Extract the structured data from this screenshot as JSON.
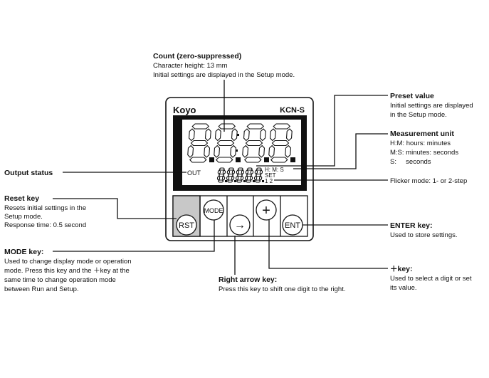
{
  "device": {
    "brand": "Koyo",
    "model": "KCN-S",
    "lcd": {
      "out_label": "OUT",
      "unit_row": "H: M:  S",
      "set_label": "SET",
      "step_label": "1  2"
    },
    "buttons": [
      "RST",
      "MODE",
      "→",
      "+",
      "ENT"
    ]
  },
  "callouts": {
    "count": {
      "title": "Count (zero-suppressed)",
      "lines": [
        "Character height: 13 mm",
        "Initial settings are displayed in the Setup mode."
      ]
    },
    "preset": {
      "title": "Preset value",
      "lines": [
        "Initial settings are displayed",
        "in the Setup mode."
      ]
    },
    "unit": {
      "title": "Measurement unit",
      "lines": [
        "H:M: hours: minutes",
        "M:S: minutes: seconds",
        "S:     seconds"
      ]
    },
    "flicker": {
      "lines": [
        "Flicker mode: 1- or 2-step"
      ]
    },
    "output": {
      "title": "Output status"
    },
    "reset": {
      "title": "Reset key",
      "lines": [
        "Resets initial settings in the",
        "Setup mode.",
        "Response time: 0.5 second"
      ]
    },
    "mode": {
      "title": "MODE key:",
      "lines": [
        "Used to change display mode or operation",
        "mode. Press this key and the ＋key at the",
        "same time to change operation mode",
        "between Run and Setup."
      ]
    },
    "enter": {
      "title": "ENTER key:",
      "lines": [
        "Used to store settings."
      ]
    },
    "plus": {
      "title": "＋key:",
      "lines": [
        "Used to select a digit or set",
        "its value."
      ]
    },
    "arrow": {
      "title": "Right arrow key:",
      "lines": [
        "Press this key to shift one digit to the right."
      ]
    }
  }
}
